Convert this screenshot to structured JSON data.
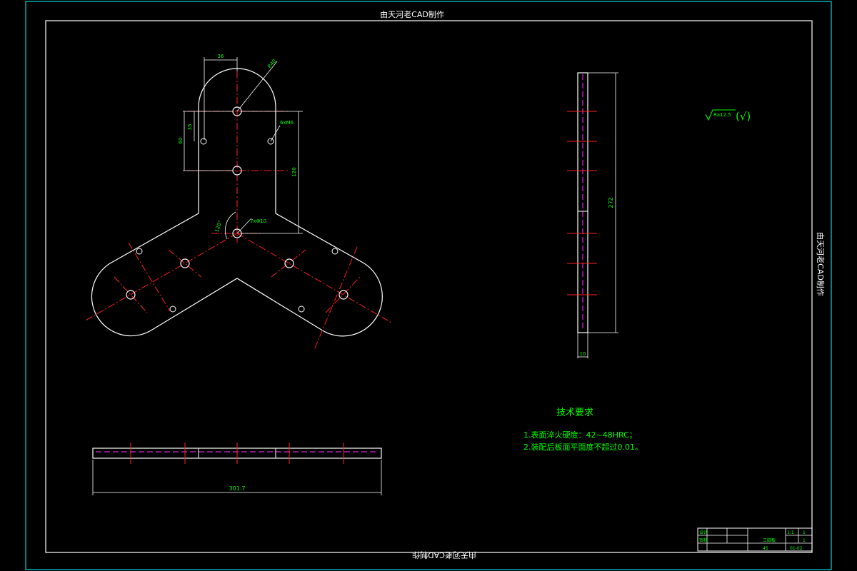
{
  "watermark": {
    "top": "由天河老CAD制作",
    "bottom": "由天河老CAD制作",
    "right": "由天河老CAD制作"
  },
  "dims": {
    "width_36": "36",
    "radius": "R40",
    "dim_35": "35",
    "dim_60": "60",
    "thread": "6xM6",
    "dim_120": "120",
    "holes": "7xΦ10",
    "angle": "120°",
    "length_301": "301.7",
    "height_272": "272",
    "thickness_10": "10"
  },
  "roughness": {
    "value": "Ra12.5",
    "check": "(√)"
  },
  "tech_requirements": {
    "title": "技术要求",
    "line1": "1.表面淬火硬度：42~48HRC；",
    "line2": "2.装配后板面平面度不超过0.01。"
  },
  "title_block": {
    "part_name": "三脚板",
    "material": "45",
    "scale": "1:1",
    "sheet": "1",
    "drawing_no": "01-02",
    "label_design": "设计",
    "label_check": "审核"
  },
  "colors": {
    "frame": "#00d9d9",
    "outline": "#ffffff",
    "center": "#ff2020",
    "dimension": "#00ff00",
    "hidden": "#ff33ff"
  }
}
